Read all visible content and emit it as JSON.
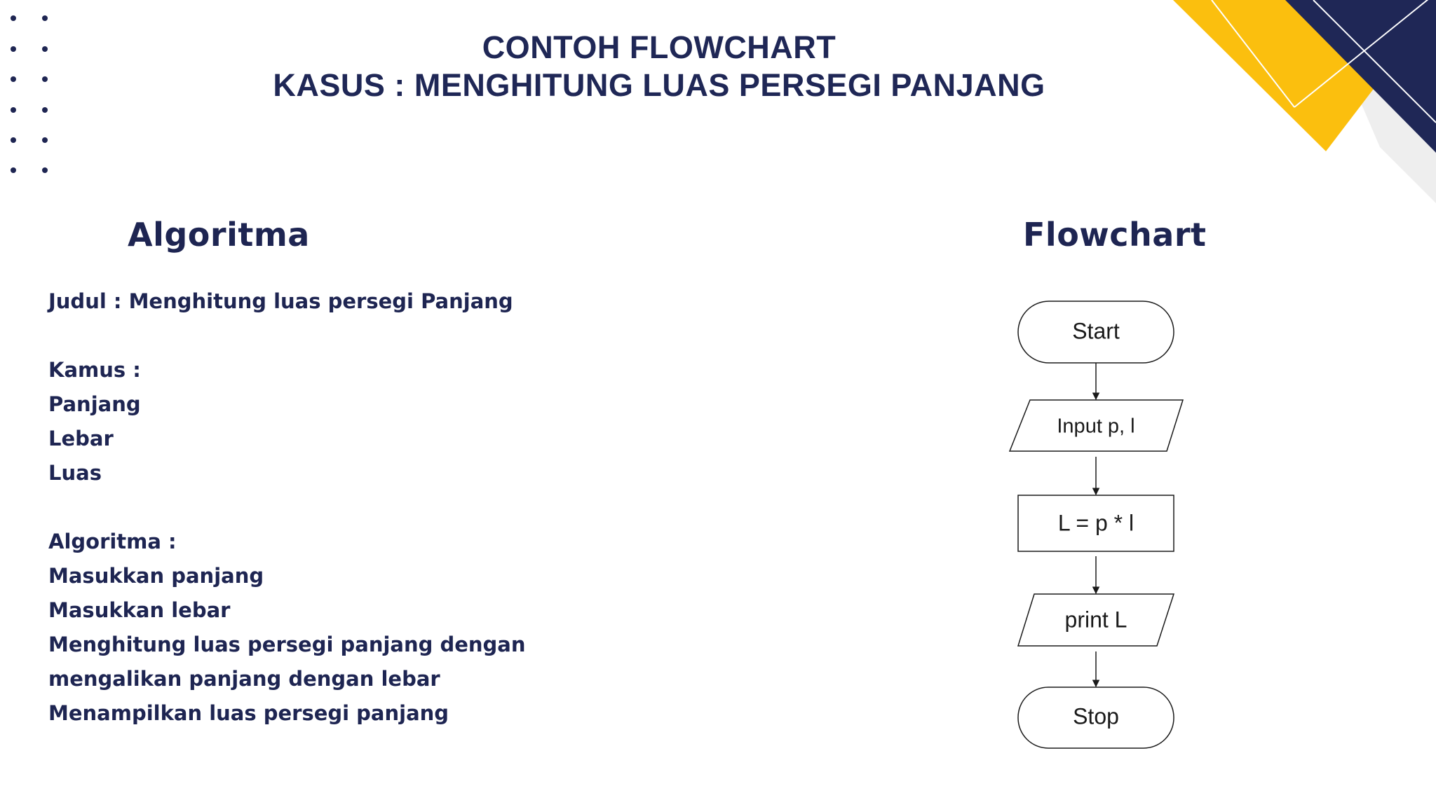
{
  "title": {
    "line1": "CONTOH FLOWCHART",
    "line2": "KASUS : MENGHITUNG LUAS PERSEGI PANJANG"
  },
  "algorithm": {
    "heading": "Algoritma",
    "judul": "Judul : Menghitung luas persegi Panjang",
    "kamus_label": "Kamus :",
    "kamus_items": [
      "Panjang",
      "Lebar",
      "Luas"
    ],
    "algoritma_label": "Algoritma :",
    "steps": [
      "Masukkan panjang",
      "Masukkan lebar",
      "Menghitung luas persegi panjang dengan",
      "mengalikan panjang dengan lebar",
      "Menampilkan luas persegi panjang"
    ]
  },
  "flowchart": {
    "heading": "Flowchart",
    "nodes": [
      {
        "shape": "terminal",
        "label": "Start"
      },
      {
        "shape": "io",
        "label": "Input p, l"
      },
      {
        "shape": "process",
        "label": "L = p * l"
      },
      {
        "shape": "io",
        "label": "print L"
      },
      {
        "shape": "terminal",
        "label": "Stop"
      }
    ]
  },
  "colors": {
    "navy": "#1e2552",
    "accent_yellow": "#fbbf0e",
    "light_gray": "#eeeeee"
  }
}
